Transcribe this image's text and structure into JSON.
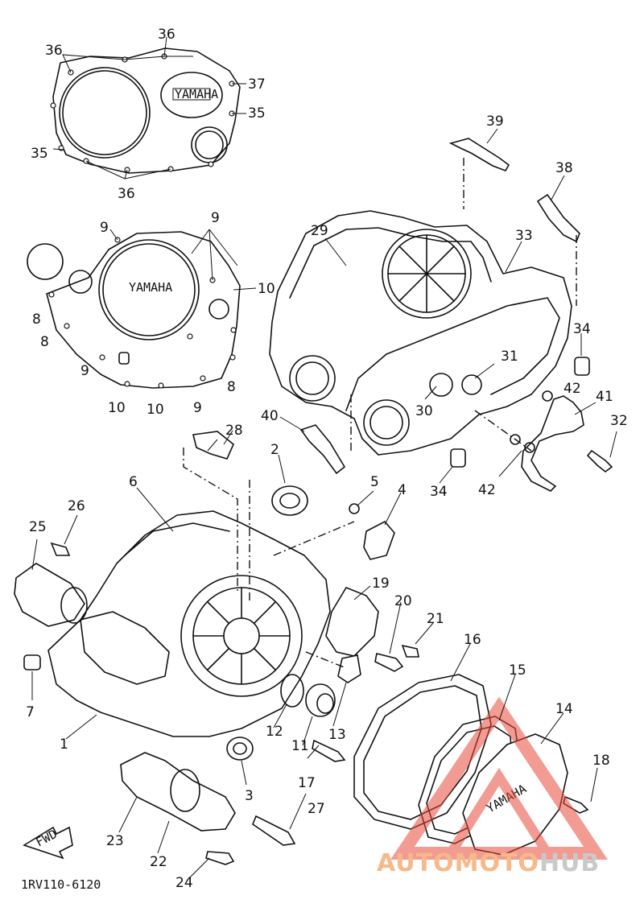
{
  "diagram_code": "1RV110-6120",
  "fwd_label": "FWD",
  "cover_logos": {
    "clutch_cover": "YAMAHA",
    "crankcase_cover_left": "YAMAHA",
    "dress_cover": "YAMAHA"
  },
  "watermark": {
    "brand_part1": "AUTOMOTO",
    "brand_part2": "HUB",
    "color_light": "#f5b98a",
    "color_grey": "#c9c9c9"
  },
  "callouts": [
    "1",
    "2",
    "3",
    "4",
    "5",
    "6",
    "7",
    "8",
    "9",
    "10",
    "11",
    "12",
    "13",
    "14",
    "15",
    "16",
    "17",
    "18",
    "19",
    "20",
    "21",
    "22",
    "23",
    "24",
    "25",
    "26",
    "27",
    "28",
    "29",
    "30",
    "31",
    "32",
    "33",
    "34",
    "35",
    "36",
    "37",
    "38",
    "39",
    "40",
    "41",
    "42"
  ]
}
